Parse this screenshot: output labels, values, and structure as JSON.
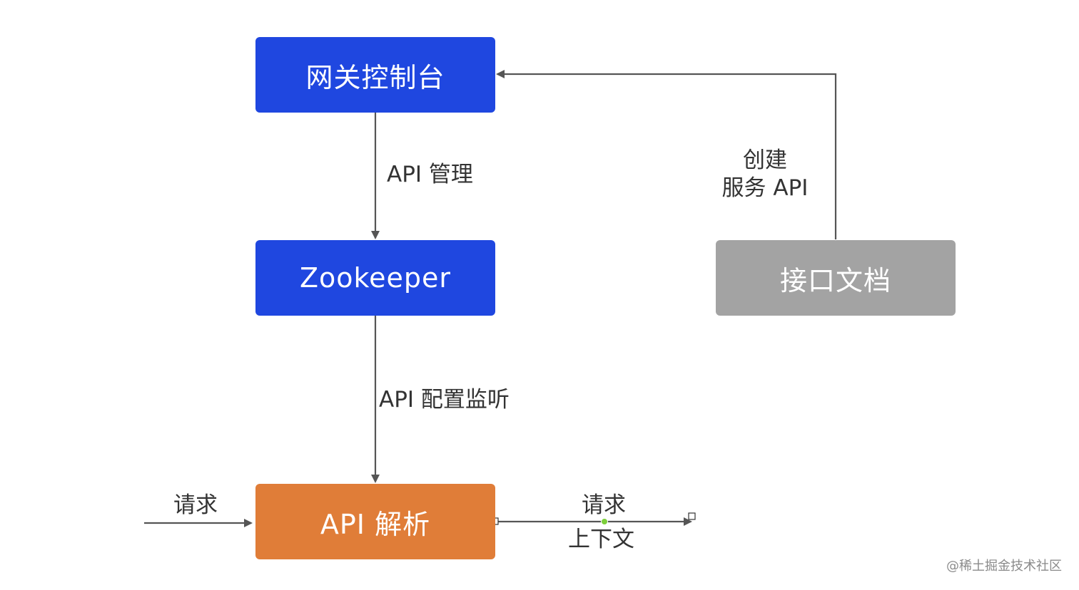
{
  "nodes": {
    "gateway_console": "网关控制台",
    "zookeeper": "Zookeeper",
    "api_doc": "接口文档",
    "api_parse": "API 解析"
  },
  "edges": {
    "api_manage": "API 管理",
    "create_service_line1": "创建",
    "create_service_line2": "服务 API",
    "config_listen": "API 配置监听",
    "request_in": "请求",
    "request_out": "请求",
    "context": "上下文"
  },
  "watermark": "@稀土掘金技术社区",
  "colors": {
    "primary_blue": "#1f47e0",
    "doc_gray": "#a3a3a3",
    "parse_orange": "#e07d38",
    "line": "#555555",
    "handle_green": "#7ccf3a"
  }
}
